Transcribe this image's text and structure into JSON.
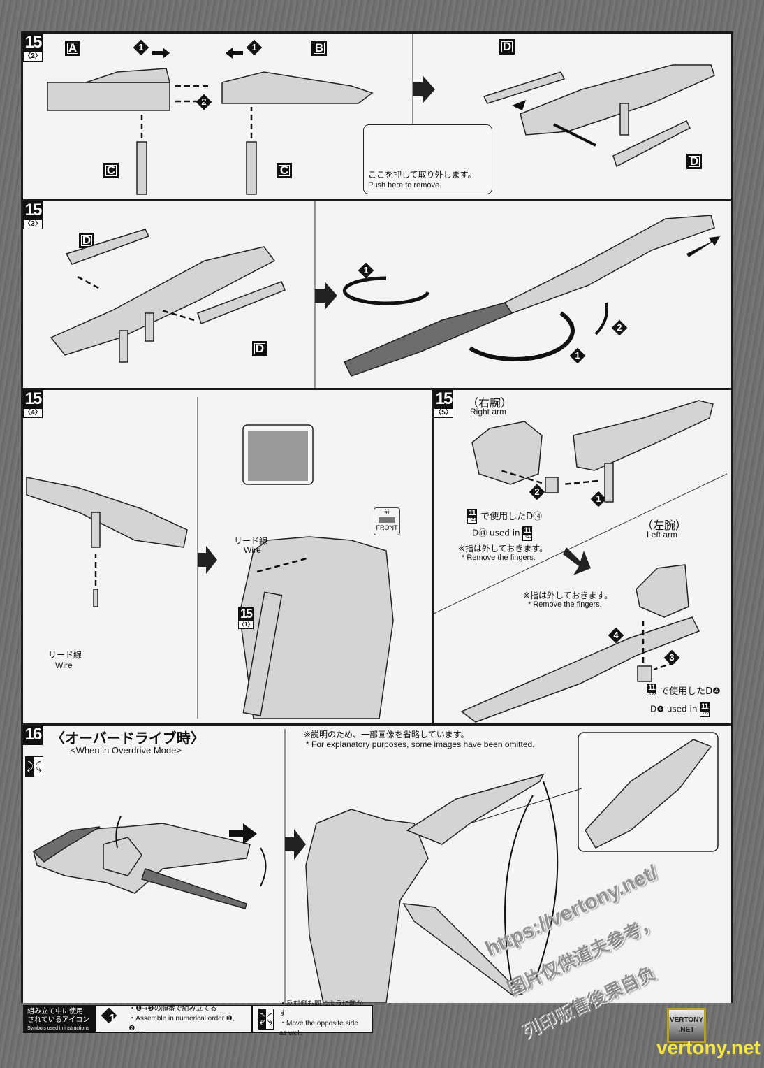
{
  "steps": {
    "s15_2": {
      "number": "15",
      "sub": "〈2〉",
      "parts": {
        "a": "A",
        "b": "B",
        "c": "C",
        "d": "D"
      },
      "order_markers": [
        "1",
        "1",
        "2"
      ],
      "callout_jp": "ここを押して取り外します。",
      "callout_en": "Push here to remove."
    },
    "s15_3": {
      "number": "15",
      "sub": "〈3〉",
      "parts": {
        "d": "D"
      },
      "order_markers": [
        "1",
        "1",
        "2"
      ]
    },
    "s15_4": {
      "number": "15",
      "sub": "〈4〉",
      "wire_jp": "リード線",
      "wire_en": "Wire",
      "ref_number": "15",
      "ref_sub": "〈1〉",
      "front_jp": "前",
      "front_en": "FRONT"
    },
    "s15_5": {
      "number": "15",
      "sub": "〈5〉",
      "right_arm_jp": "（右腕）",
      "right_arm_en": "Right arm",
      "left_arm_jp": "（左腕）",
      "left_arm_en": "Left arm",
      "ref_step": "11",
      "ref_sub": "〈2〉",
      "used_d14_jp": "で使用したD⑭",
      "used_d14_en_prefix": "D⑭ used in",
      "used_d4_jp": "で使用したD❹",
      "used_d4_en_prefix": "D❹ used in",
      "remove_fingers_jp": "※指は外しておきます。",
      "remove_fingers_en": "* Remove the fingers.",
      "order_markers": [
        "1",
        "2",
        "3",
        "4"
      ]
    },
    "s16": {
      "number": "16",
      "title_jp": "〈オーバードライブ時〉",
      "title_en": "<When in Overdrive Mode>",
      "note_jp": "※説明のため、一部画像を省略しています。",
      "note_en": "* For explanatory purposes, some images have been omitted."
    }
  },
  "legend": {
    "title_jp_1": "組み立て中に使用",
    "title_jp_2": "されているアイコン",
    "title_en": "Symbols used in instructions",
    "order_icon": "1",
    "order_jp": "・❶→❷の順番で組み立てる",
    "order_en": "・Assemble in numerical order ❶, ❷...",
    "mirror_jp": "・反対側も同じように動かす",
    "mirror_en": "・Move the opposite side as well."
  },
  "watermark": {
    "url": "https://vertony.net/",
    "cn_line1": "图片仅供道夫参考，",
    "cn_line2": "列印贩售後果自负",
    "logo_line1": "VERTONY",
    "logo_line2": ".NET",
    "logo_text": "vertony.net"
  }
}
